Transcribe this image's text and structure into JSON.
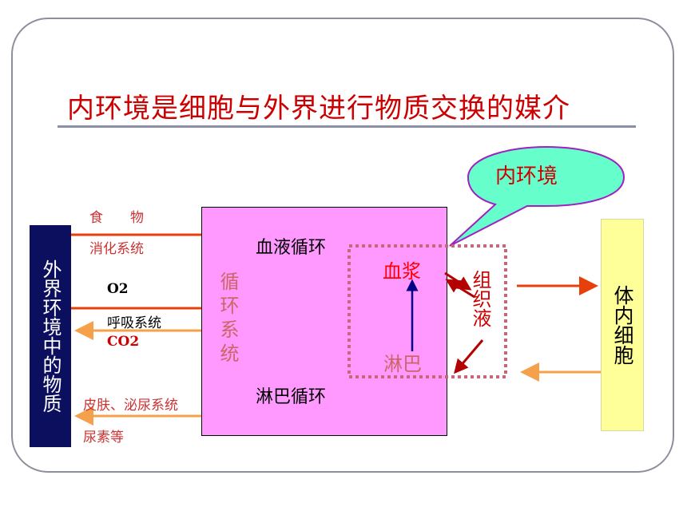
{
  "title": "内环境是细胞与外界进行物质交换的媒介",
  "bubble": {
    "label": "内环境"
  },
  "external": {
    "label": "外界环境中的物质"
  },
  "circulation": {
    "label": "循环系统",
    "blood_circ": "血液循环",
    "lymph_circ": "淋巴循环",
    "plasma": "血浆",
    "lymph": "淋巴"
  },
  "tissue_fluid": "组织液",
  "body_cell": "体内细胞",
  "inputs": {
    "food": "食　　物",
    "digestive": "消化系统",
    "o2": "O2",
    "respiratory": "呼吸系统",
    "co2": "CO2",
    "skin_urinary": "皮肤、泌尿系统",
    "urea": "尿素等"
  },
  "colors": {
    "title": "#cc0000",
    "ext_box": "#0b0f5e",
    "circ_box": "#ff99ff",
    "cell_box": "#ffff99",
    "bubble": "#66ffcc",
    "arrow_in": "#e8400c",
    "arrow_out": "#f5a04a",
    "dotted_border": "#cc6677",
    "blue_arrow": "#00008b"
  }
}
